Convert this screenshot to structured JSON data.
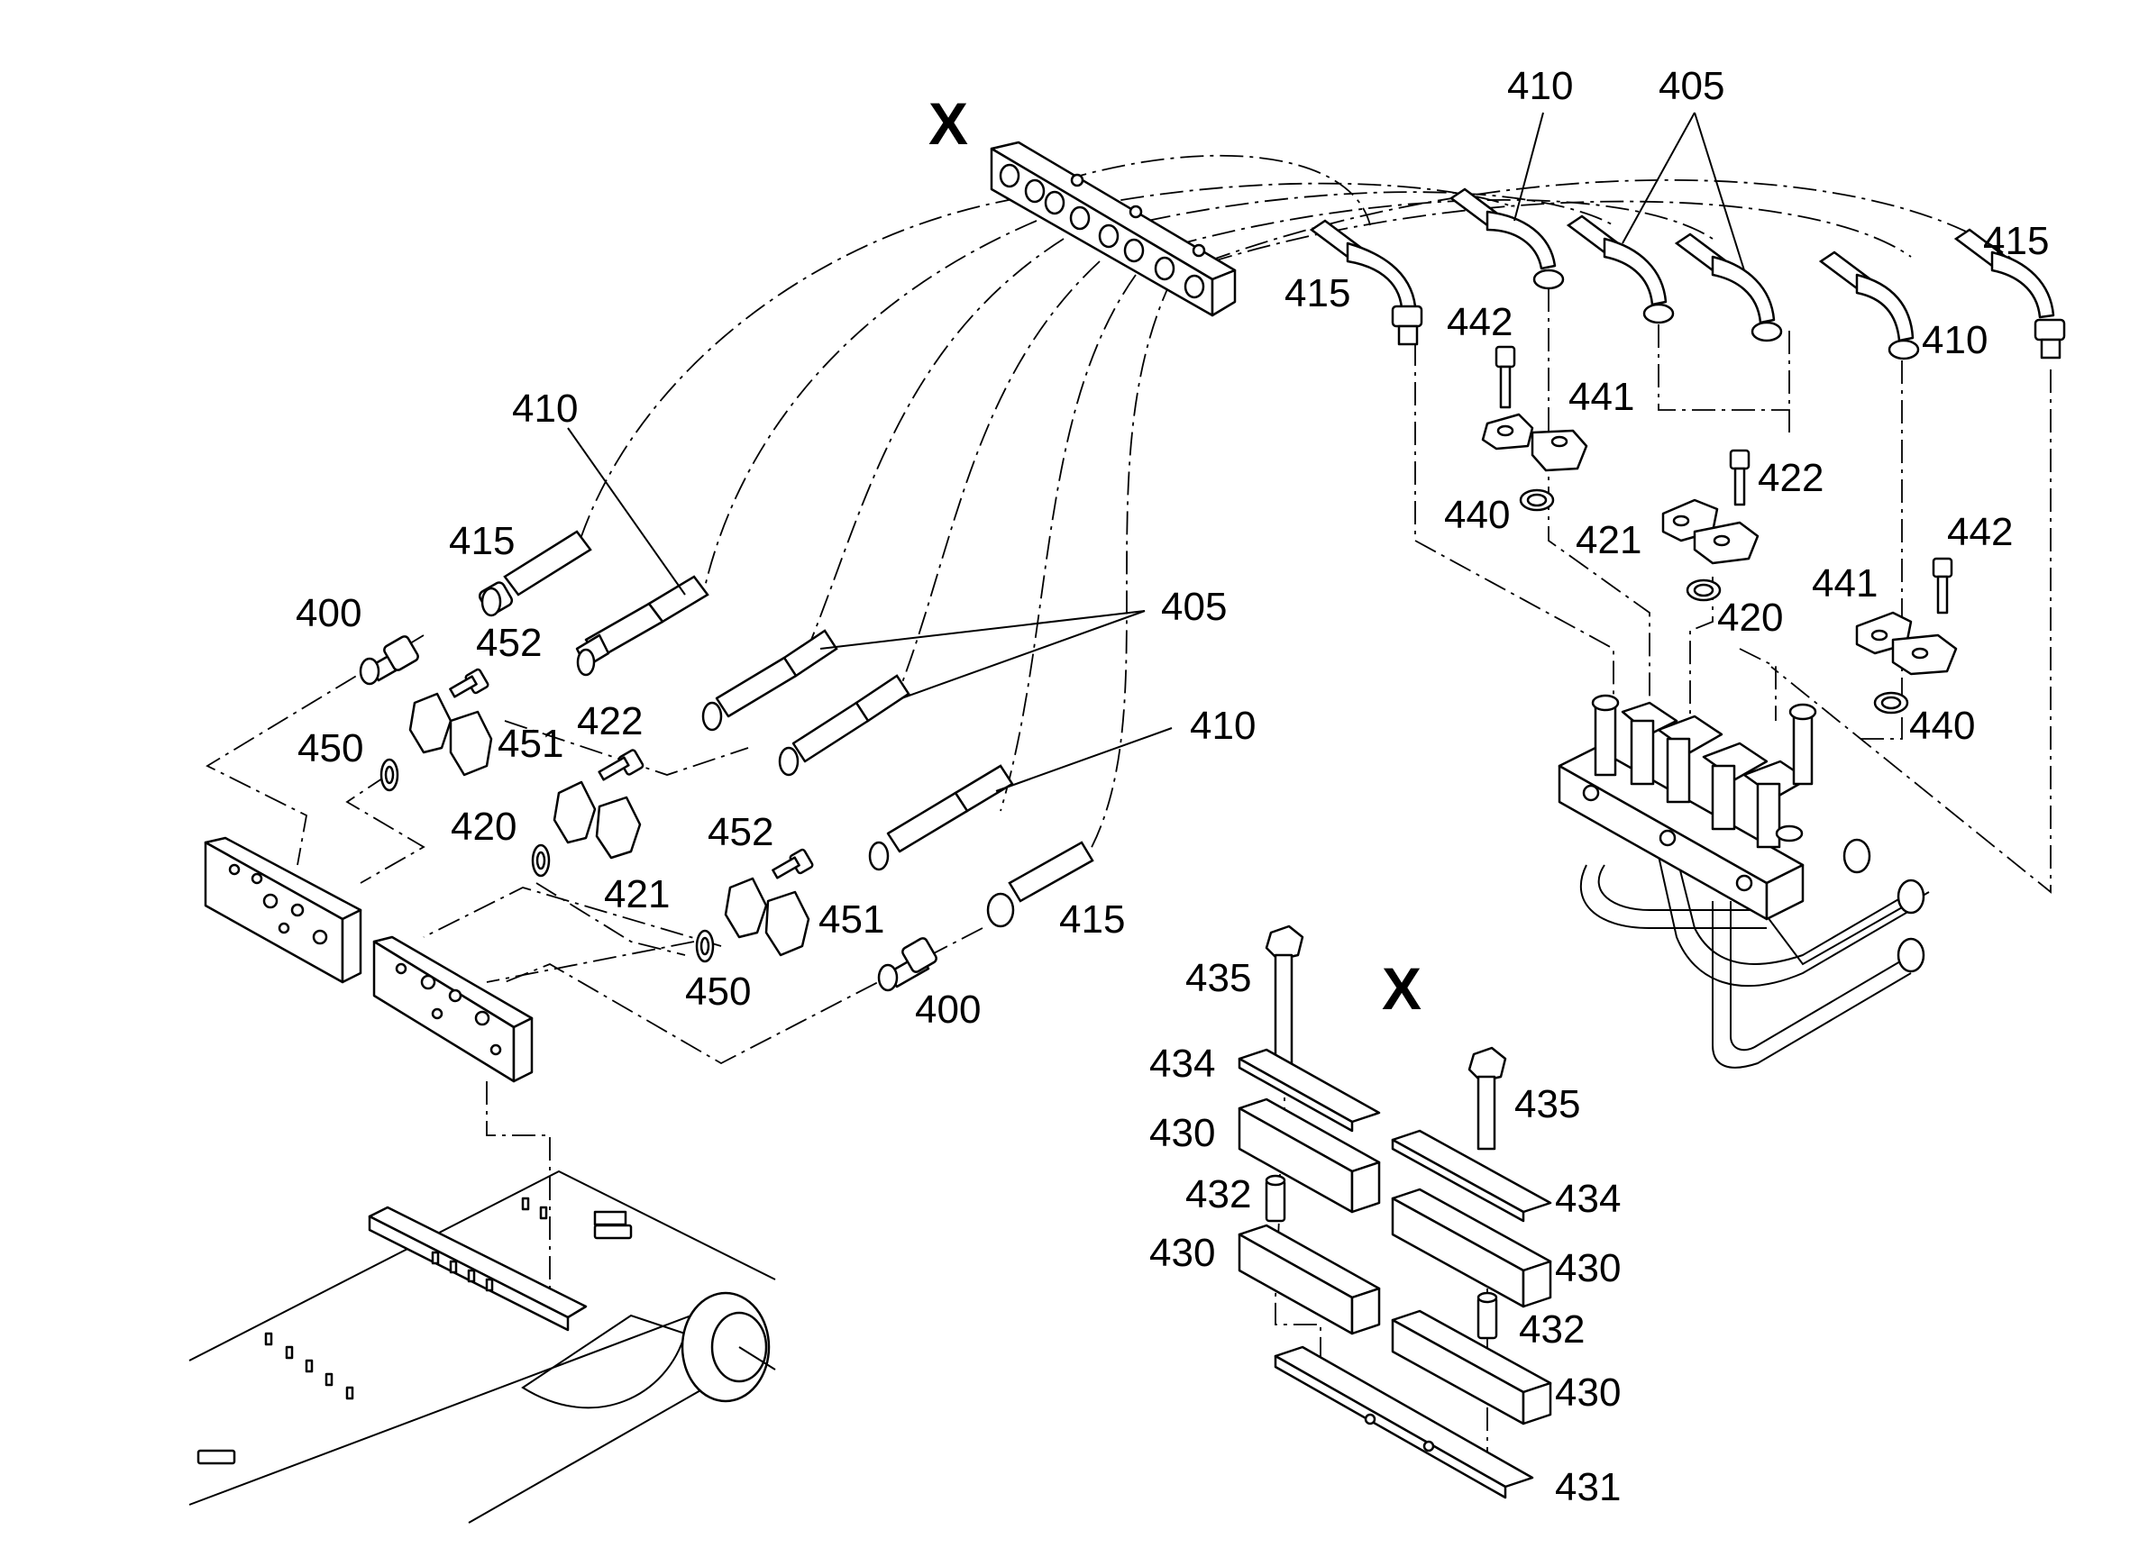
{
  "diagram": {
    "detail_marker": "X",
    "callouts": {
      "c400a": "400",
      "c400b": "400",
      "c405a": "405",
      "c405b": "405",
      "c410a": "410",
      "c410b": "410",
      "c410c": "410",
      "c410d": "410",
      "c415a": "415",
      "c415b": "415",
      "c415c": "415",
      "c415d": "415",
      "c420a": "420",
      "c420b": "420",
      "c421a": "421",
      "c421b": "421",
      "c422a": "422",
      "c422b": "422",
      "c430a": "430",
      "c430b": "430",
      "c430c": "430",
      "c430d": "430",
      "c431": "431",
      "c432a": "432",
      "c432b": "432",
      "c434a": "434",
      "c434b": "434",
      "c435a": "435",
      "c435b": "435",
      "c440a": "440",
      "c440b": "440",
      "c441a": "441",
      "c441b": "441",
      "c442a": "442",
      "c442b": "442",
      "c450a": "450",
      "c450b": "450",
      "c451a": "451",
      "c451b": "451",
      "c452a": "452",
      "c452b": "452"
    }
  }
}
